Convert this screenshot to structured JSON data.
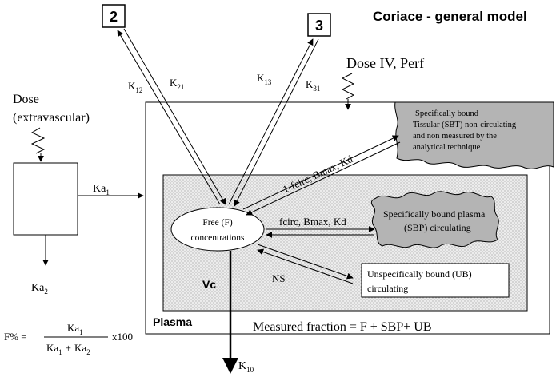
{
  "title": "Coriace - general model",
  "compartments": {
    "c2": "2",
    "c3": "3",
    "plasma": "Plasma",
    "vc": "Vc",
    "free": [
      "Free (F)",
      "concentrations"
    ],
    "depot_box": ""
  },
  "doses": {
    "extravascular": [
      "Dose",
      "(extravascular)"
    ],
    "iv": "Dose IV, Perf"
  },
  "rates": {
    "k12": {
      "main": "K",
      "sub": "12"
    },
    "k21": {
      "main": "K",
      "sub": "21"
    },
    "k13": {
      "main": "K",
      "sub": "13"
    },
    "k31": {
      "main": "K",
      "sub": "31"
    },
    "ka1": {
      "main": "Ka",
      "sub": "1"
    },
    "ka2": {
      "main": "Ka",
      "sub": "2"
    },
    "k10": {
      "main": "K",
      "sub": "10"
    },
    "ns": "NS"
  },
  "binding": {
    "tissue_params": "1-fcirc, Bmax, Kd",
    "plasma_params": "fcirc, Bmax, Kd",
    "sbt": [
      "Specifically bound",
      "Tissular (SBT) non-circulating",
      "and non  measured by the",
      "analytical technique"
    ],
    "sbp": [
      "Specifically bound plasma",
      "(SBP) circulating"
    ],
    "ub": [
      "Unspecifically bound (UB)",
      "circulating"
    ]
  },
  "measured_fraction": "Measured fraction = F + SBP+ UB",
  "formula": {
    "lhs": "F% =",
    "num": {
      "main": "Ka",
      "sub": "1"
    },
    "den1": {
      "main": "Ka",
      "sub": "1"
    },
    "plus": "+",
    "den2": {
      "main": "Ka",
      "sub": "2"
    },
    "mult": "x100"
  },
  "colors": {
    "tissue_fill": "#b4b4b4",
    "plasma_box_fill": "#e9e9e9",
    "sbp_fill": "#b4b4b4",
    "line": "#000000"
  }
}
